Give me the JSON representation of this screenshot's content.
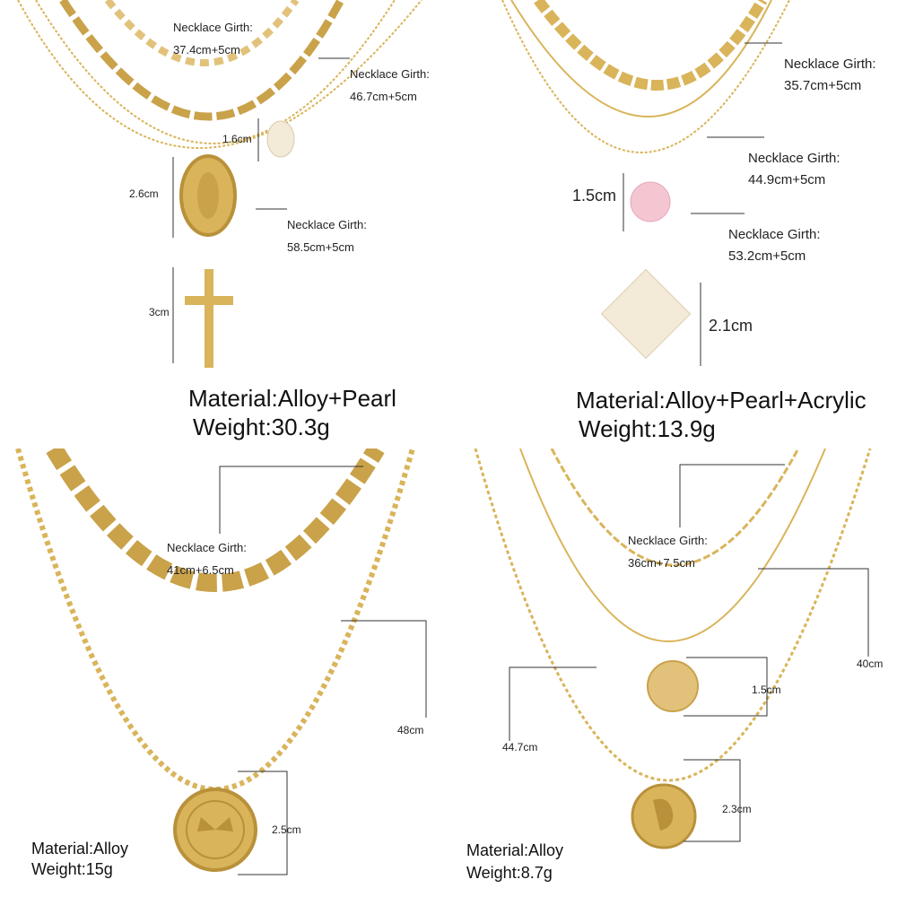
{
  "panels": {
    "top_left": {
      "girths": [
        {
          "label": "Necklace Girth:",
          "value": "37.4cm+5cm"
        },
        {
          "label": "Necklace Girth:",
          "value": "46.7cm+5cm"
        },
        {
          "label": "Necklace Girth:",
          "value": "58.5cm+5cm"
        }
      ],
      "dims": [
        "1.6cm",
        "2.6cm",
        "3cm"
      ],
      "material": "Material:Alloy+Pearl",
      "weight": "Weight:30.3g"
    },
    "top_right": {
      "girths": [
        {
          "label": "Necklace Girth:",
          "value": "35.7cm+5cm"
        },
        {
          "label": "Necklace Girth:",
          "value": "44.9cm+5cm"
        },
        {
          "label": "Necklace Girth:",
          "value": "53.2cm+5cm"
        }
      ],
      "dims": [
        "1.5cm",
        "2.1cm"
      ],
      "material": "Material:Alloy+Pearl+Acrylic",
      "weight": "Weight:13.9g"
    },
    "bottom_left": {
      "girths": [
        {
          "label": "Necklace Girth:",
          "value": "41cm+6.5cm"
        }
      ],
      "dims": [
        "48cm",
        "2.5cm"
      ],
      "material": "Material:Alloy",
      "weight": "Weight:15g"
    },
    "bottom_right": {
      "girths": [
        {
          "label": "Necklace Girth:",
          "value": "36cm+7.5cm"
        }
      ],
      "dims": [
        "40cm",
        "1.5cm",
        "44.7cm",
        "2.3cm"
      ],
      "material": "Material:Alloy",
      "weight": "Weight:8.7g"
    }
  },
  "colors": {
    "gold": "#d9b45a",
    "gold_dark": "#b8913a",
    "pearl": "#f4ead8",
    "pink_pearl": "#f3c6d2",
    "line": "#333333"
  }
}
